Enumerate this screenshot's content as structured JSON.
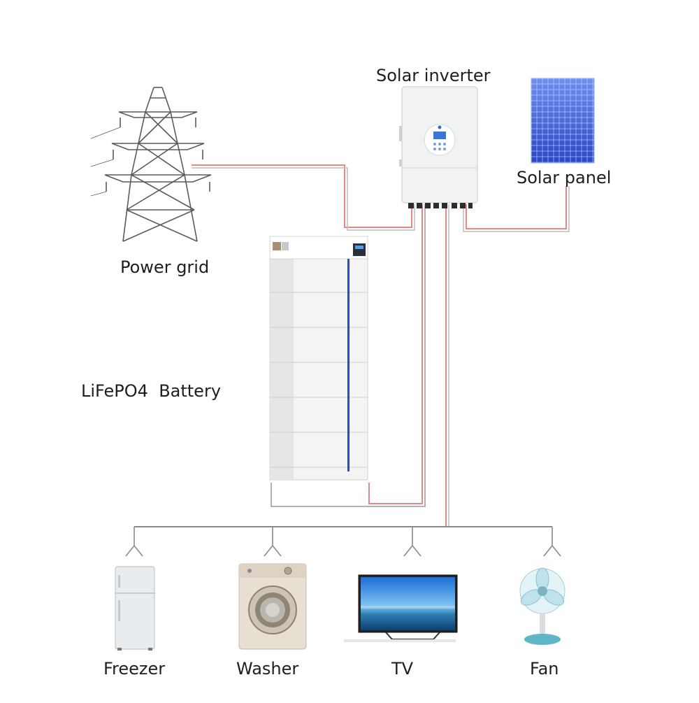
{
  "labels": {
    "solar_inverter": "Solar inverter",
    "solar_panel": "Solar panel",
    "power_grid": "Power grid",
    "battery": "LiFePO4  Battery",
    "freezer": "Freezer",
    "washer": "Washer",
    "tv": "TV",
    "fan": "Fan"
  },
  "colors": {
    "ac_wire": "#e98585",
    "dc_wire": "#9a9a9a",
    "load_bus": "#8a8a8a",
    "accent_blue": "#2a4fb8",
    "panel_blue": "#3556d6"
  }
}
